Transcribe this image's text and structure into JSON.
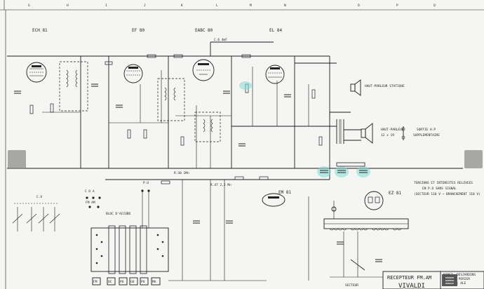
{
  "colors": {
    "background": "#f4f4f2",
    "ink": "#1c1c1c",
    "highlight": "#7fd9d4",
    "nav": "#8c8c8c"
  },
  "icons": {
    "prev": "chevron-left-icon",
    "next": "chevron-right-icon"
  },
  "grid_letters": [
    "G",
    "H",
    "I",
    "J",
    "K",
    "L",
    "M",
    "N",
    "O",
    "P",
    "Q"
  ],
  "tubes": {
    "t1": "ECH 81",
    "t2": "EF 80",
    "t3": "EABC 80",
    "t4": "EL 84",
    "t5": "EM 81",
    "t6": "EZ 81"
  },
  "labels": {
    "speaker1": "HAUT-PARLEUR STATIQUE",
    "speaker2a": "HAUT-PARLEUR",
    "speaker2b": "12 x 19",
    "sortie1": "SORTIE H.P",
    "sortie2": "SUPPLEMENTAIRE",
    "cv": "C.V",
    "bloc": "BLOC D'ACCORD",
    "pu": "P.U",
    "bands": "C O A",
    "fmam": "FM AM",
    "note1": "TENSIONS ET INTENSITES RELEVEES",
    "note2": "EN P.O SANS SIGNAL",
    "note3": "(SECTEUR 110 V ~ BRANCHEMENT 110 V)",
    "secteur": "SECTEUR",
    "title": "RECEPTEUR FM.AM",
    "model": "VIVALDI",
    "maker1": "RIBET, DESJARDINS",
    "maker2": "13, RUE PERIER",
    "maker3": "TEL : ALE",
    "c6": "C.6  4mF",
    "r47": "R.47  2,2 Mn",
    "r30": "R.30  1Mn"
  },
  "buttons": [
    "FM",
    "OC",
    "PO",
    "GO",
    "PU",
    "MA"
  ]
}
